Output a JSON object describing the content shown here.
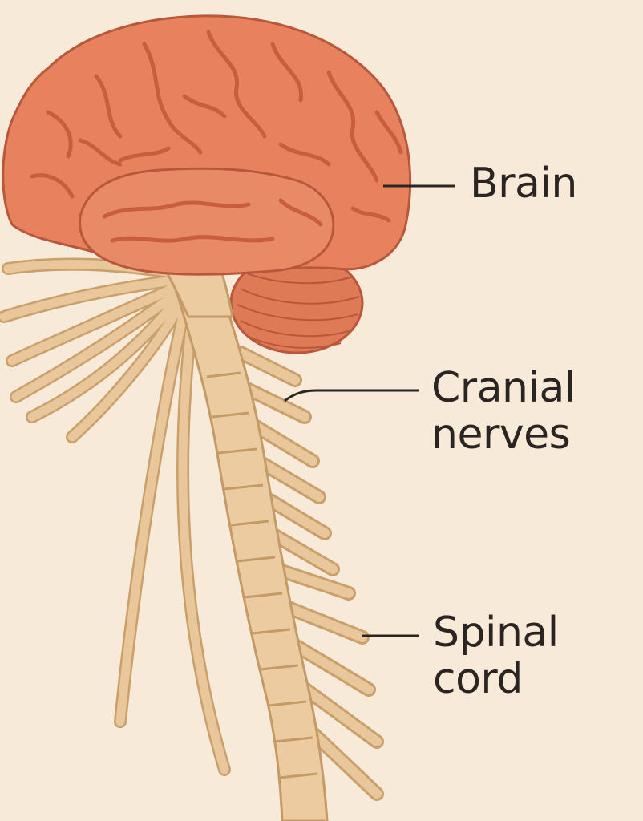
{
  "labels": {
    "brain": "Brain",
    "cranial_line1": "Cranial",
    "cranial_line2": "nerves",
    "spinal_line1": "Spinal",
    "spinal_line2": "cord"
  },
  "colors": {
    "background": "#f8ead8",
    "brain_fill": "#e8825e",
    "brain_fold": "#c85e3e",
    "cerebellum_fill": "#df7a57",
    "nerve_fill": "#e9c79a",
    "nerve_stroke": "#c9a06c",
    "leader_line": "#2a2522",
    "label_text": "#2a2522"
  }
}
